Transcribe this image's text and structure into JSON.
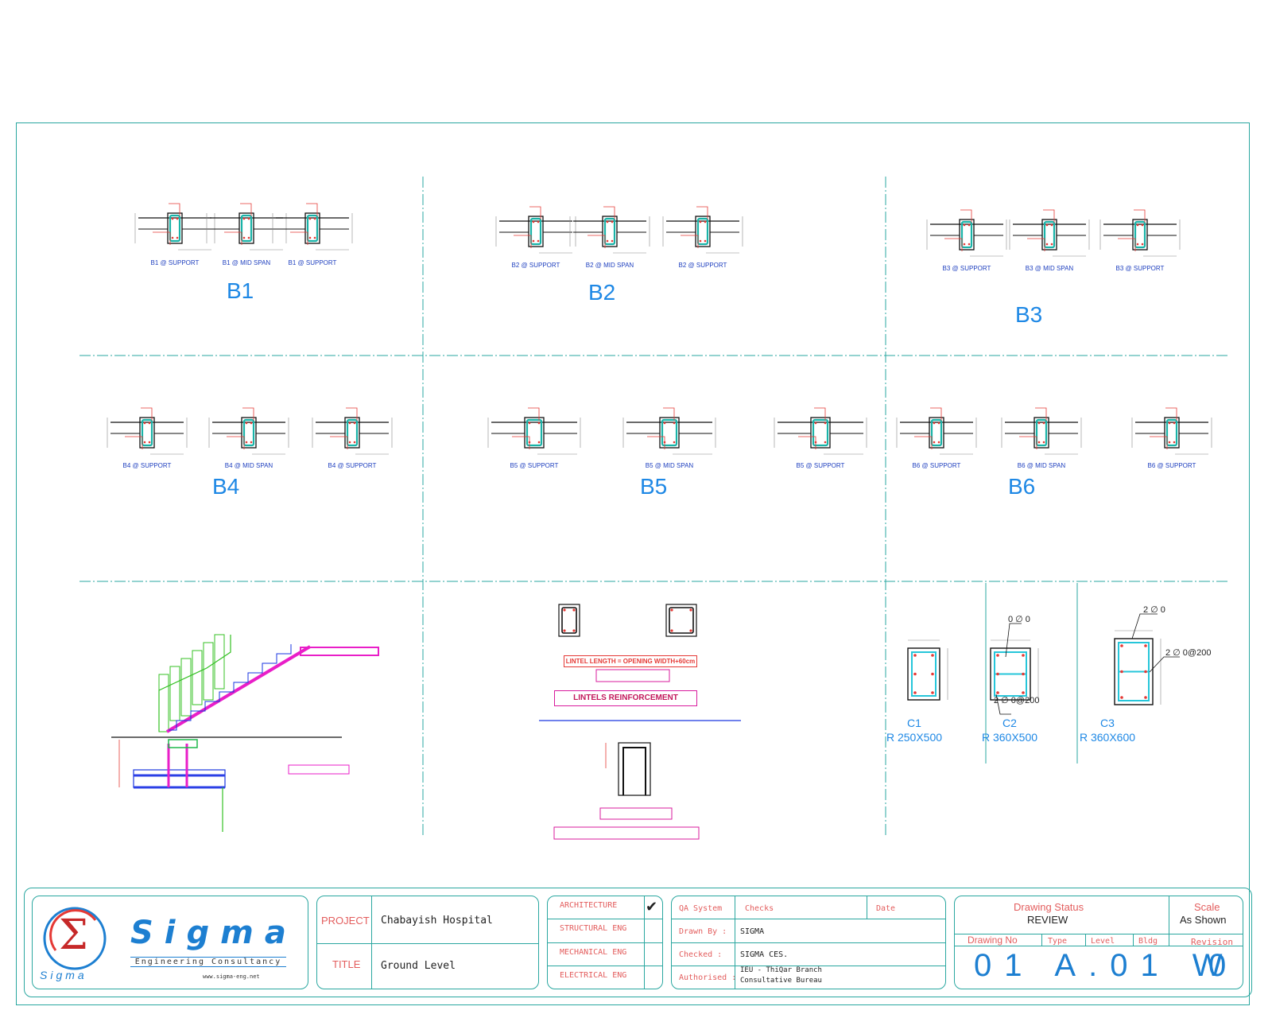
{
  "beam_groups": [
    {
      "label": "B1",
      "sections": [
        "B1 @ SUPPORT",
        "B1 @ MID SPAN",
        "B1 @ SUPPORT"
      ]
    },
    {
      "label": "B2",
      "sections": [
        "B2 @ SUPPORT",
        "B2 @ MID SPAN",
        "B2 @ SUPPORT"
      ]
    },
    {
      "label": "B3",
      "sections": [
        "B3 @ SUPPORT",
        "B3 @ MID SPAN",
        "B3 @ SUPPORT"
      ]
    },
    {
      "label": "B4",
      "sections": [
        "B4 @ SUPPORT",
        "B4 @ MID SPAN",
        "B4 @ SUPPORT"
      ]
    },
    {
      "label": "B5",
      "sections": [
        "B5 @ SUPPORT",
        "B5 @ MID SPAN",
        "B5 @ SUPPORT"
      ]
    },
    {
      "label": "B6",
      "sections": [
        "B6 @ SUPPORT",
        "B6 @ MID SPAN",
        "B6 @ SUPPORT"
      ]
    }
  ],
  "lintels": {
    "length_note": "LINTEL LENGTH = OPENING WIDTH+60cm",
    "title": "LINTELS REINFORCEMENT"
  },
  "columns": [
    {
      "name": "C1",
      "size": "R 250X500"
    },
    {
      "name": "C2",
      "size": "R 360X500",
      "note_top": "0 ∅ 0",
      "note_side": "2 ∅  0@200"
    },
    {
      "name": "C3",
      "size": "R 360X600",
      "note_top": "2 ∅  0",
      "note_side": "2 ∅  0@200"
    }
  ],
  "title_block": {
    "logo_symbol": "Σ",
    "logo_small": "Sigma",
    "company": "Sigma",
    "tagline": "Engineering Consultancy",
    "website": "www.sigma-eng.net",
    "project_label": "PROJECT",
    "project_value": "Chabayish Hospital",
    "title_label": "TITLE",
    "title_value": "Ground Level",
    "disciplines": [
      "ARCHITECTURE",
      "STRUCTURAL ENG",
      "MECHANICAL ENG",
      "ELECTRICAL ENG"
    ],
    "checkmark": "✔",
    "qa_label": "QA System",
    "checks_label": "Checks",
    "date_label": "Date",
    "drawn_label": "Drawn By :",
    "drawn_value": "SIGMA",
    "checked_label": "Checked :",
    "checked_value": "SIGMA CES.",
    "authorised_label": "Authorised :",
    "authorised_value1": "IEU - ThiQar Branch",
    "authorised_value2": "Consultative Bureau",
    "status_label": "Drawing Status",
    "status_value": "REVIEW",
    "scale_label": "Scale",
    "scale_value": "As Shown",
    "drawing_no_label": "Drawing No",
    "type_label": "Type",
    "level_label": "Level",
    "bldg_label": "Bldg",
    "revision_label": "Revision",
    "drawing_no_value": "01  A.01 W",
    "revision_value": "0"
  }
}
